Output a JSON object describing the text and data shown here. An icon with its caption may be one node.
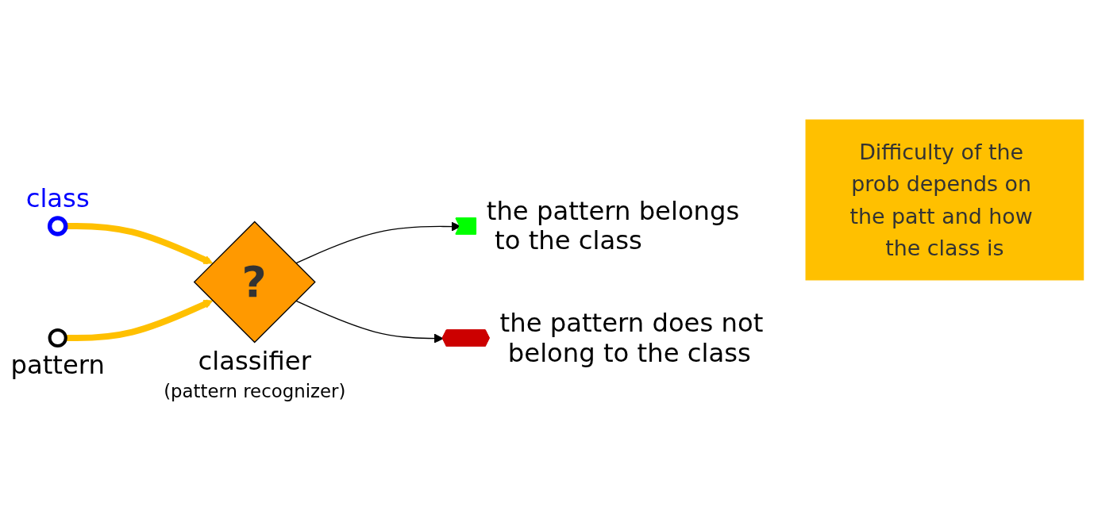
{
  "diagram": {
    "nodes": [
      {
        "text": [],
        "shape": "circle",
        "beside": [
          "class"
        ]
      },
      {
        "text": [],
        "shape": "circle",
        "beside": [
          "pattern"
        ]
      },
      {
        "text": [
          "?"
        ],
        "beside": [
          "classifier",
          "(pattern recognizer)"
        ]
      },
      {
        "text": [],
        "shape": "flag",
        "beside": [
          "the pattern belongs to the class"
        ]
      },
      {
        "text": [],
        "shape": "flower",
        "beside": [
          "the pattern does not belong to the class"
        ]
      },
      {
        "text": [
          "Difficulty of the prob depends on the patt and how the class is"
        ]
      }
    ],
    "edges": [
      {
        "from": 0,
        "to": 2,
        "arrow": "to",
        "style": "thick",
        "color": "#ffc000"
      },
      {
        "from": 1,
        "to": 2,
        "arrow": "to",
        "style": "thick",
        "color": "#ffc000"
      },
      {
        "from": 2,
        "to": 3,
        "arrow": "to",
        "color": "#000000"
      },
      {
        "from": 2,
        "to": 4,
        "arrow": "to",
        "color": "#000000"
      }
    ]
  }
}
